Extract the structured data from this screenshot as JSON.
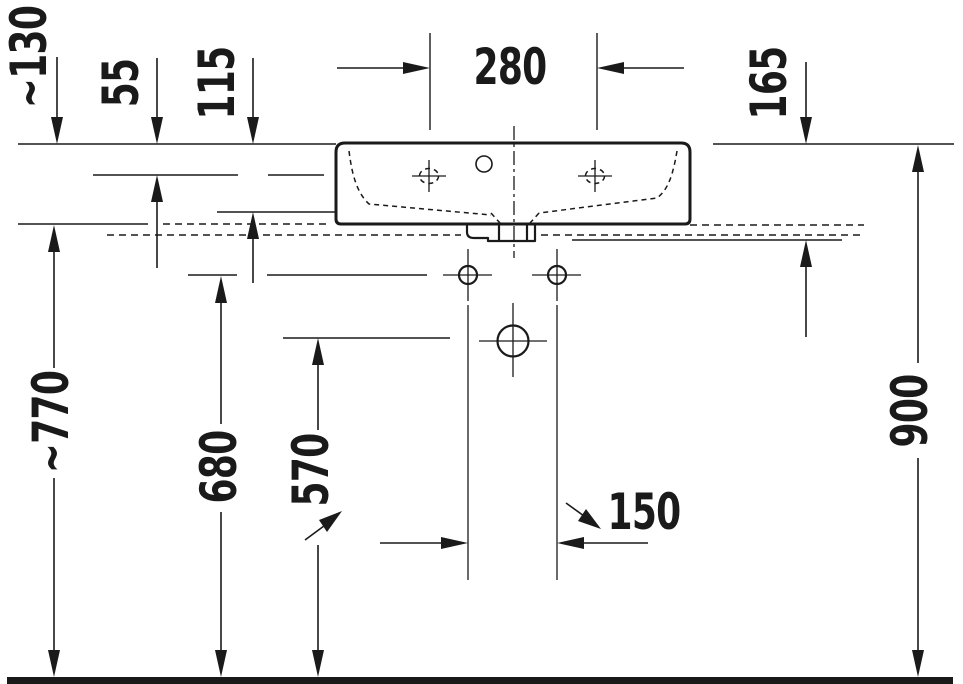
{
  "drawing": {
    "title": "washbasin installation drawing",
    "colors": {
      "line": "#1a1a1a",
      "background": "#ffffff"
    },
    "labels": [
      {
        "text": "~130"
      },
      {
        "text": "55"
      },
      {
        "text": "115"
      },
      {
        "text": "280"
      },
      {
        "text": "165"
      },
      {
        "text": "~770"
      },
      {
        "text": "680"
      },
      {
        "text": "570"
      },
      {
        "text": "150"
      },
      {
        "text": "900"
      }
    ],
    "dimension_values": [
      "~130",
      "55",
      "115",
      "280",
      "165",
      "~770",
      "680",
      "570",
      "150",
      "900"
    ]
  }
}
